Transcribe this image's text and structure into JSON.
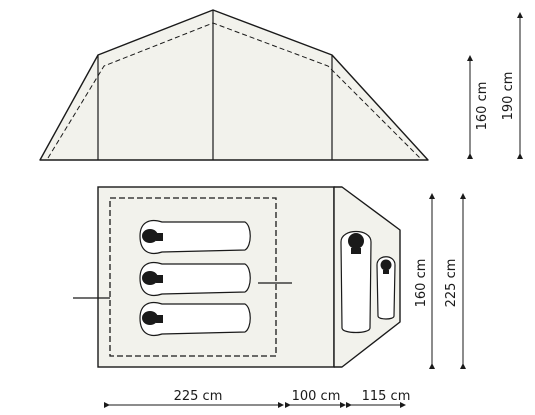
{
  "diagram": {
    "side_view": {
      "height_labels": [
        "160 cm",
        "190 cm"
      ]
    },
    "top_view": {
      "height_labels": [
        "160 cm",
        "225 cm"
      ]
    },
    "bottom_labels": [
      "225 cm",
      "100 cm",
      "115 cm"
    ],
    "colors": {
      "line": "#1a1a1a",
      "tent_fill": "#f2f2ec",
      "bag_fill": "#ffffff"
    }
  }
}
